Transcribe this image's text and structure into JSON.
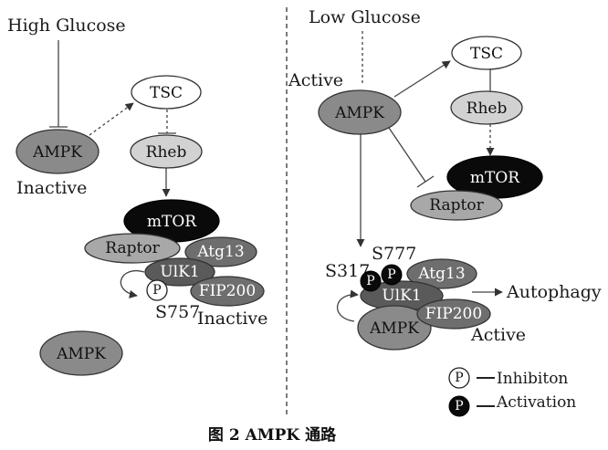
{
  "left": {
    "condition": "High Glucose",
    "ampk": "AMPK",
    "inactive": "Inactive",
    "tsc": "TSC",
    "rheb": "Rheb",
    "mtor": "mTOR",
    "raptor": "Raptor",
    "atg13": "Atg13",
    "ulk1": "UlK1",
    "fip200": "FIP200",
    "phospho": "P",
    "site": "S757",
    "complex_state": "Inactive",
    "ampk_bottom": "AMPK"
  },
  "right": {
    "condition": "Low Glucose",
    "active": "Active",
    "ampk": "AMPK",
    "tsc": "TSC",
    "rheb": "Rheb",
    "mtor": "mTOR",
    "raptor": "Raptor",
    "site1": "S317",
    "site2": "S777",
    "phospho1": "P",
    "phospho2": "P",
    "atg13": "Atg13",
    "ulk1": "UlK1",
    "ampk_complex": "AMPK",
    "fip200": "FIP200",
    "autophagy": "Autophagy",
    "complex_state": "Active"
  },
  "legend": {
    "p_open": "P",
    "inhibition": "Inhibiton",
    "p_filled": "P",
    "activation": "Activation"
  },
  "caption": "图 2   AMPK 通路"
}
